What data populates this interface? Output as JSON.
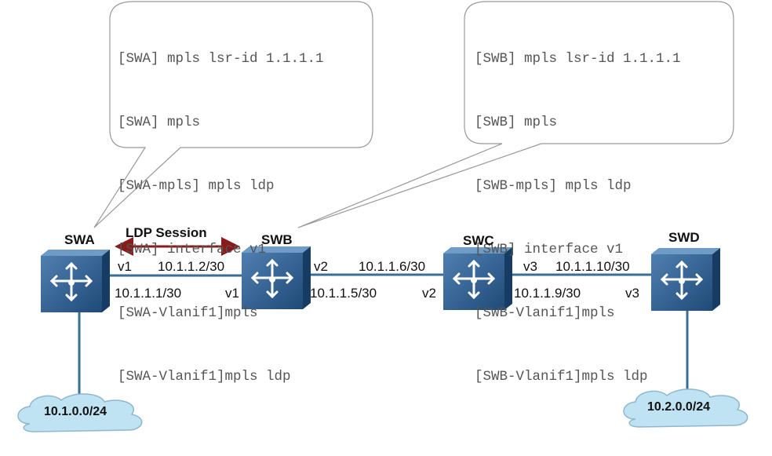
{
  "callouts": {
    "swa": [
      "[SWA] mpls lsr-id 1.1.1.1",
      "[SWA] mpls",
      "[SWA-mpls] mpls ldp",
      "[SWA] interface v1",
      "[SWA-Vlanif1]mpls",
      "[SWA-Vlanif1]mpls ldp"
    ],
    "swb": [
      "[SWB] mpls lsr-id 1.1.1.1",
      "[SWB] mpls",
      "[SWB-mpls] mpls ldp",
      "[SWB] interface v1",
      "[SWB-Vlanif1]mpls",
      "[SWB-Vlanif1]mpls ldp"
    ]
  },
  "session_label": "LDP Session",
  "devices": {
    "swa": "SWA",
    "swb": "SWB",
    "swc": "SWC",
    "swd": "SWD"
  },
  "links": {
    "ab": {
      "a_if": "v1",
      "a_ip": "10.1.1.1/30",
      "b_if": "v1",
      "b_ip": "10.1.1.2/30"
    },
    "bc": {
      "b_if": "v2",
      "b_ip": "10.1.1.5/30",
      "c_if": "v2",
      "c_ip": "10.1.1.6/30"
    },
    "cd": {
      "c_if": "v3",
      "c_ip": "10.1.1.9/30",
      "d_if": "v3",
      "d_ip": "10.1.1.10/30"
    }
  },
  "networks": {
    "left": "10.1.0.0/24",
    "right": "10.2.0.0/24"
  },
  "colors": {
    "switch": "#2f5f8f",
    "link": "#3b6e95",
    "arrow": "#8b1a1a",
    "cloud": "#bfe3f2"
  }
}
